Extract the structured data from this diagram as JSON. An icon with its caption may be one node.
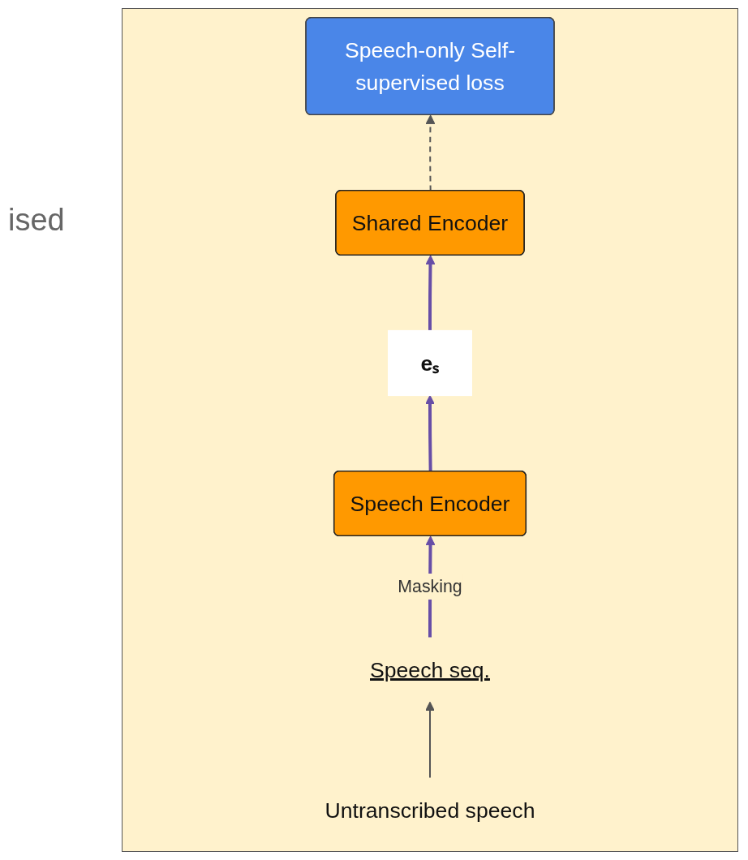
{
  "diagram": {
    "nodes": [
      {
        "text": [
          "Speech-only Self-supervised loss"
        ]
      },
      {
        "text": [
          "Shared Encoder"
        ]
      },
      {
        "text": [
          "eₛ"
        ]
      },
      {
        "text": [
          "Speech Encoder"
        ]
      },
      {
        "text": [
          "Speech seq."
        ]
      },
      {
        "text": [
          "Untranscribed speech"
        ]
      }
    ],
    "edges": [
      {
        "from": 1,
        "to": 0,
        "arrow": "to",
        "style": "dashed",
        "color": "#555555"
      },
      {
        "from": 2,
        "to": 1,
        "arrow": "to"
      },
      {
        "from": 3,
        "to": 2,
        "arrow": "to"
      },
      {
        "from": 4,
        "to": 3,
        "arrow": "to",
        "label": "Masking"
      },
      {
        "from": 5,
        "to": 4,
        "arrow": "to",
        "color": "#555555"
      }
    ],
    "labels": [
      "ised"
    ]
  }
}
